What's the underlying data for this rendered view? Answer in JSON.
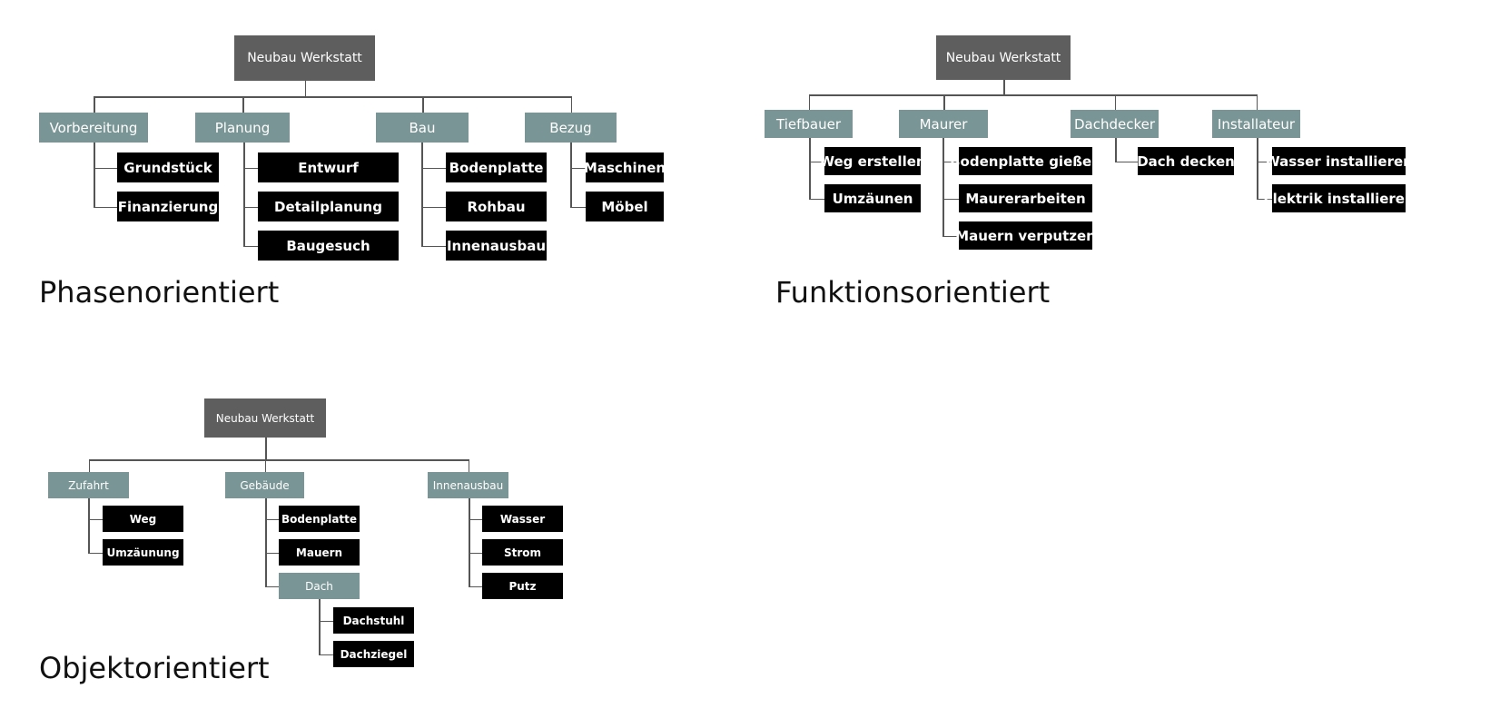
{
  "colors": {
    "root": "#5e5e5e",
    "category": "#7a9595",
    "leaf": "#000000",
    "line": "#555555"
  },
  "diagrams": [
    {
      "caption": "Phasenorientiert",
      "root": "Neubau Werkstatt",
      "categories": [
        {
          "label": "Vorbereitung",
          "children": [
            {
              "label": "Grundstück"
            },
            {
              "label": "Finanzierung"
            }
          ]
        },
        {
          "label": "Planung",
          "children": [
            {
              "label": "Entwurf"
            },
            {
              "label": "Detailplanung"
            },
            {
              "label": "Baugesuch"
            }
          ]
        },
        {
          "label": "Bau",
          "children": [
            {
              "label": "Bodenplatte"
            },
            {
              "label": "Rohbau"
            },
            {
              "label": "Innenausbau"
            }
          ]
        },
        {
          "label": "Bezug",
          "children": [
            {
              "label": "Maschinen"
            },
            {
              "label": "Möbel"
            }
          ]
        }
      ]
    },
    {
      "caption": "Funktionsorientiert",
      "root": "Neubau Werkstatt",
      "categories": [
        {
          "label": "Tiefbauer",
          "children": [
            {
              "label": "Weg erstellen"
            },
            {
              "label": "Umzäunen"
            }
          ]
        },
        {
          "label": "Maurer",
          "children": [
            {
              "label": "Bodenplatte gießen"
            },
            {
              "label": "Maurerarbeiten"
            },
            {
              "label": "Mauern verputzen"
            }
          ]
        },
        {
          "label": "Dachdecker",
          "children": [
            {
              "label": "Dach decken"
            }
          ]
        },
        {
          "label": "Installateur",
          "children": [
            {
              "label": "Wasser installieren"
            },
            {
              "label": "Elektrik installieren"
            }
          ]
        }
      ]
    },
    {
      "caption": "Objektorientiert",
      "root": "Neubau Werkstatt",
      "categories": [
        {
          "label": "Zufahrt",
          "children": [
            {
              "label": "Weg"
            },
            {
              "label": "Umzäunung"
            }
          ]
        },
        {
          "label": "Gebäude",
          "children": [
            {
              "label": "Bodenplatte"
            },
            {
              "label": "Mauern"
            },
            {
              "label": "Dach",
              "children": [
                {
                  "label": "Dachstuhl"
                },
                {
                  "label": "Dachziegel"
                }
              ]
            }
          ]
        },
        {
          "label": "Innenausbau",
          "children": [
            {
              "label": "Wasser"
            },
            {
              "label": "Strom"
            },
            {
              "label": "Putz"
            }
          ]
        }
      ]
    }
  ]
}
